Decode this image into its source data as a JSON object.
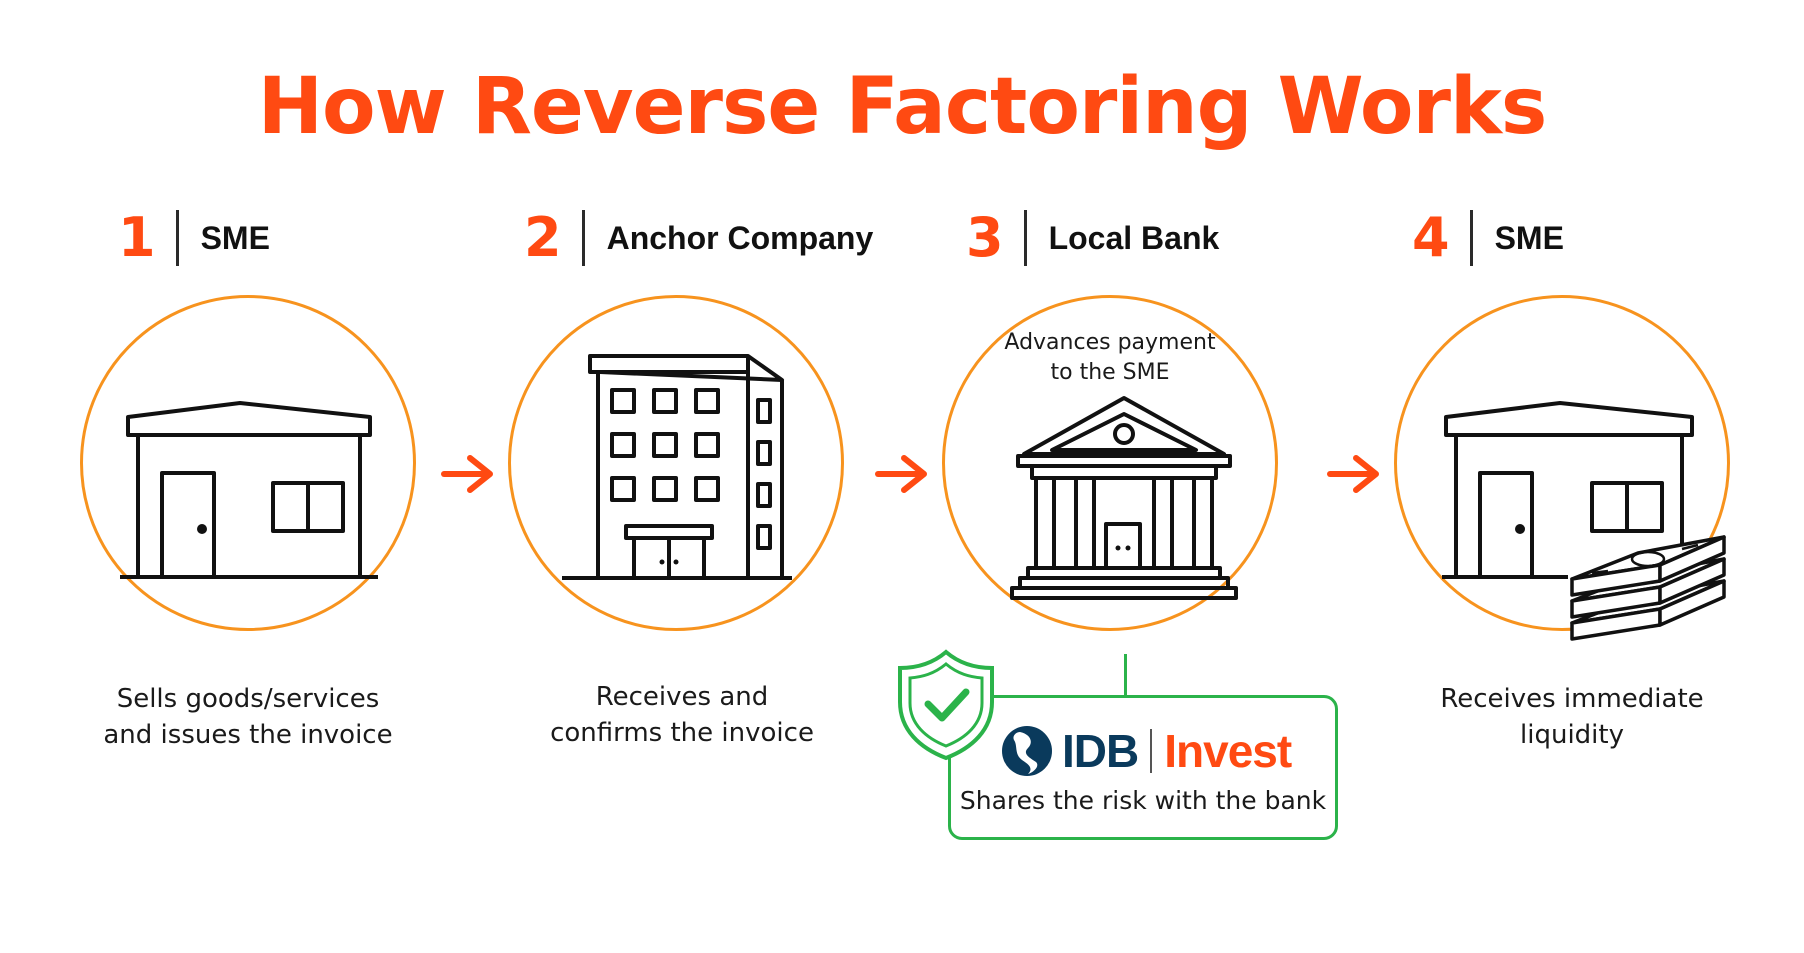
{
  "title": "How Reverse Factoring Works",
  "colors": {
    "accent": "#ff4a12",
    "circle": "#f7931e",
    "green": "#2bb34a",
    "idb_blue": "#0a3a5c"
  },
  "steps": [
    {
      "number": "1",
      "name": "SME",
      "icon": "shop-icon",
      "caption_line1": "Sells goods/services",
      "caption_line2": "and issues the invoice"
    },
    {
      "number": "2",
      "name": "Anchor Company",
      "icon": "office-building-icon",
      "caption_line1": "Receives and",
      "caption_line2": "confirms the invoice"
    },
    {
      "number": "3",
      "name": "Local Bank",
      "icon": "bank-icon",
      "note_line1": "Advances payment",
      "note_line2": "to the SME"
    },
    {
      "number": "4",
      "name": "SME",
      "icon": "shop-with-money-icon",
      "caption_line1": "Receives immediate",
      "caption_line2": "liquidity"
    }
  ],
  "guarantor": {
    "brand": "IDB",
    "brand_suffix": "Invest",
    "icon": "shield-check-icon",
    "caption": "Shares the risk with the bank"
  }
}
